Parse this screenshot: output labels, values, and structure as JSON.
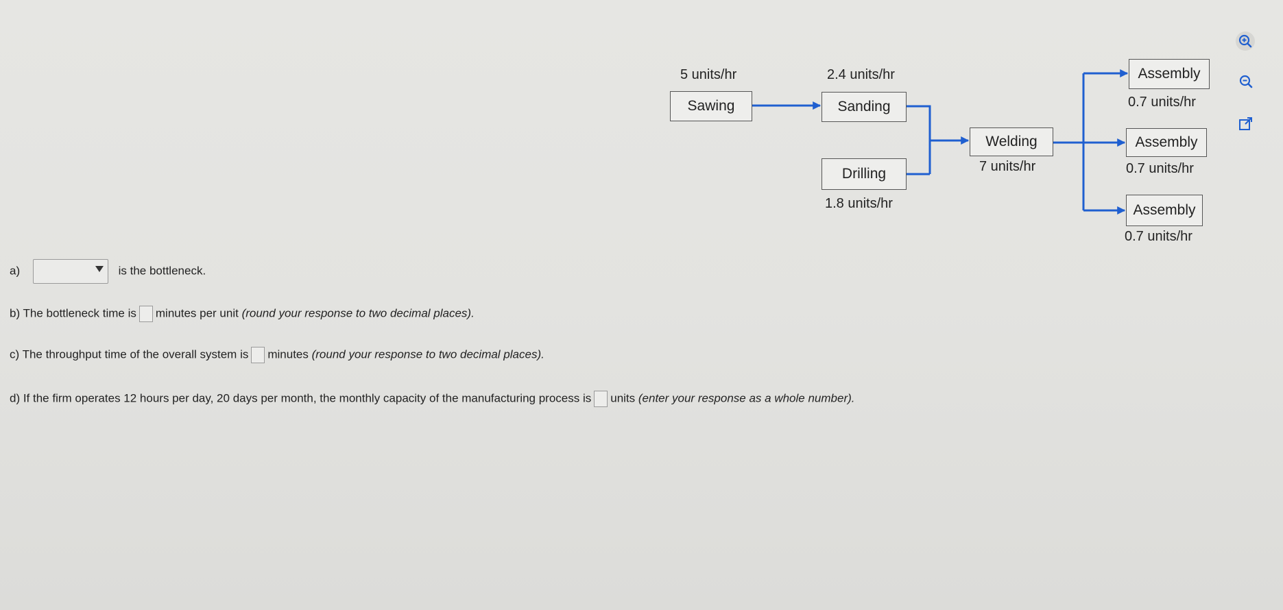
{
  "diagram": {
    "stations": {
      "sawing": {
        "label": "Sawing",
        "rate": "5 units/hr"
      },
      "sanding": {
        "label": "Sanding",
        "rate": "2.4 units/hr"
      },
      "drilling": {
        "label": "Drilling",
        "rate": "1.8 units/hr"
      },
      "welding": {
        "label": "Welding",
        "rate": "7 units/hr"
      },
      "assembly": [
        {
          "label": "Assembly",
          "rate": "0.7 units/hr"
        },
        {
          "label": "Assembly",
          "rate": "0.7 units/hr"
        },
        {
          "label": "Assembly",
          "rate": "0.7 units/hr"
        }
      ]
    },
    "colors": {
      "arrow": "#1f5fd0",
      "box_border": "#555555"
    }
  },
  "toolbar": {
    "icons": [
      "zoom-in-icon",
      "zoom-out-icon",
      "open-external-icon"
    ]
  },
  "questions": {
    "a": {
      "prefix": "a)",
      "dropdown_value": "",
      "suffix": "is the bottleneck."
    },
    "b": {
      "prefix": "b) The bottleneck time is",
      "answer": "",
      "middle": "minutes per unit",
      "hint": "(round your response to two decimal places)."
    },
    "c": {
      "prefix": "c) The throughput time of the overall system is",
      "answer": "",
      "middle": "minutes",
      "hint": "(round your response to two decimal places)."
    },
    "d": {
      "prefix": "d) If the firm operates 12 hours per day, 20 days per month, the monthly capacity of the manufacturing process is",
      "answer": "",
      "middle": "units",
      "hint": "(enter your response as a whole number)."
    }
  }
}
